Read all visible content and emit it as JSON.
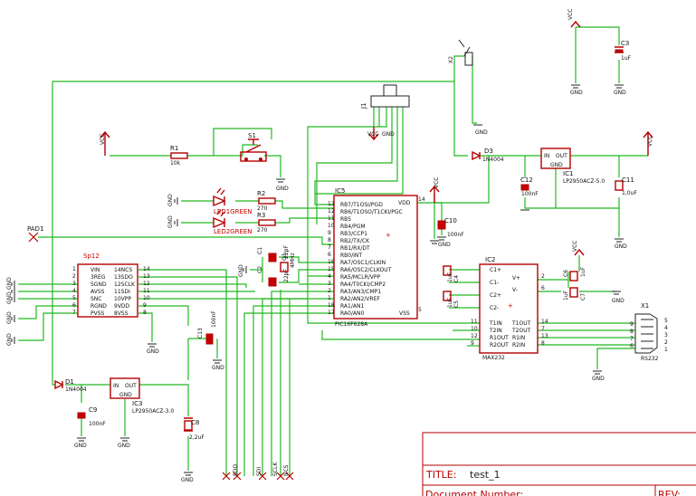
{
  "title_block": {
    "title_label": "TITLE:",
    "title_value": "test_1",
    "doc_number_label": "Document Number:",
    "rev_label": "REV:"
  },
  "parts": {
    "ic5": {
      "ref": "IC5",
      "value": "PIC16F628A",
      "vdd": "VDD",
      "vss": "VSS",
      "pins_left": [
        "RB7/T1OSI/PGD",
        "RB6/T1OSO/T1CKI/PGC",
        "RB5",
        "RB4/PGM",
        "RB3/CCP1",
        "RB2/TX/CK",
        "RB1/RX/DT",
        "RB0/INT",
        "RA7/OSC1/CLKIN",
        "RA6/OSC2/CLKOUT",
        "RA5/MCLR/VPP",
        "RA4/T0CKI/CMP2",
        "RA3/AN3/CMP1",
        "RA2/AN2/VREF",
        "RA1/AN1",
        "RA0/AN0"
      ],
      "pinnums_left": [
        "13",
        "12",
        "11",
        "10",
        "9",
        "8",
        "7",
        "6",
        "16",
        "15",
        "4",
        "3",
        "2",
        "1",
        "18",
        "17"
      ],
      "vdd_pin": "14",
      "vss_pin": "5"
    },
    "ic2": {
      "ref": "IC2",
      "value": "MAX232",
      "pins_left": [
        "C1+",
        "C1-",
        "C2+",
        "C2-",
        "T1IN",
        "T2IN",
        "R1OUT",
        "R2OUT"
      ],
      "pins_right": [
        "V+",
        "V-",
        "T1OUT",
        "T2OUT",
        "R1IN",
        "R2IN"
      ],
      "pinnums_left": [
        "11",
        "10",
        "12",
        "9"
      ],
      "pinnums_right": [
        "2",
        "6",
        "14",
        "7",
        "13",
        "8"
      ]
    },
    "sp12": {
      "ref": "Sp12",
      "pins_left": [
        "VIN",
        "3REG",
        "SGND",
        "AVSS",
        "SNC",
        "RGND",
        "PVSS"
      ],
      "pins_right": [
        "14NCS",
        "13SDO",
        "12SCLK",
        "11SDI",
        "10VPP",
        "9VDD",
        "8VSS"
      ],
      "pinnums_left": [
        "1",
        "2",
        "3",
        "4",
        "5",
        "6",
        "7"
      ],
      "pinnums_right": [
        "14",
        "13",
        "12",
        "11",
        "10",
        "9",
        "8"
      ]
    },
    "ic1": {
      "ref": "IC1",
      "value": "LP2950ACZ-5.0",
      "in": "IN",
      "out": "OUT",
      "gnd": "GND"
    },
    "ic3": {
      "ref": "IC3",
      "value": "LP2950ACZ-3.0",
      "in": "IN",
      "out": "OUT",
      "gnd": "GND"
    },
    "r1": {
      "ref": "R1",
      "value": "10k"
    },
    "r2": {
      "ref": "R2",
      "value": "270"
    },
    "r3": {
      "ref": "R3",
      "value": "270"
    },
    "s1": {
      "ref": "S1"
    },
    "led1": {
      "ref": "LED1GREEN"
    },
    "led2": {
      "ref": "LED2GREEN"
    },
    "d1": {
      "ref": "D1",
      "value": "1N4004"
    },
    "d3": {
      "ref": "D3",
      "value": "1N4004"
    },
    "c1": {
      "ref": "C1",
      "value": "22pF"
    },
    "c2": {
      "ref": "C2",
      "value": "22pF"
    },
    "q1": {
      "ref": "Q1",
      "value": "4MHz"
    },
    "c3": {
      "ref": "C3",
      "value": "1uF"
    },
    "c4": {
      "ref": "C4",
      "value": "1uF"
    },
    "c5": {
      "ref": "C5",
      "value": "1uF"
    },
    "c6": {
      "ref": "C6",
      "value": "1uF"
    },
    "c7": {
      "ref": "C7",
      "value": "1uF"
    },
    "c8": {
      "ref": "C8",
      "value": "2,2uF"
    },
    "c9": {
      "ref": "C9",
      "value": "100nF"
    },
    "c10": {
      "ref": "C10",
      "value": "100nF"
    },
    "c11": {
      "ref": "C11",
      "value": "1,0uF"
    },
    "c12": {
      "ref": "C12",
      "value": "100nF"
    },
    "c13": {
      "ref": "C13",
      "value": "100nF"
    },
    "x1": {
      "ref": "X1",
      "value": "RS232",
      "pinnums": [
        "5",
        "9",
        "4",
        "8",
        "3",
        "7",
        "2",
        "6",
        "1"
      ]
    },
    "x2": {
      "ref": "X2"
    },
    "j1": {
      "ref": "J1"
    },
    "pad1": {
      "ref": "PAD1"
    }
  },
  "power_labels": {
    "vcc": "VCC",
    "gnd": "GND"
  },
  "nets": {
    "sdo": "SDO",
    "sdi": "SDI",
    "sclk": "SCLK",
    "ncs": "NCS"
  }
}
